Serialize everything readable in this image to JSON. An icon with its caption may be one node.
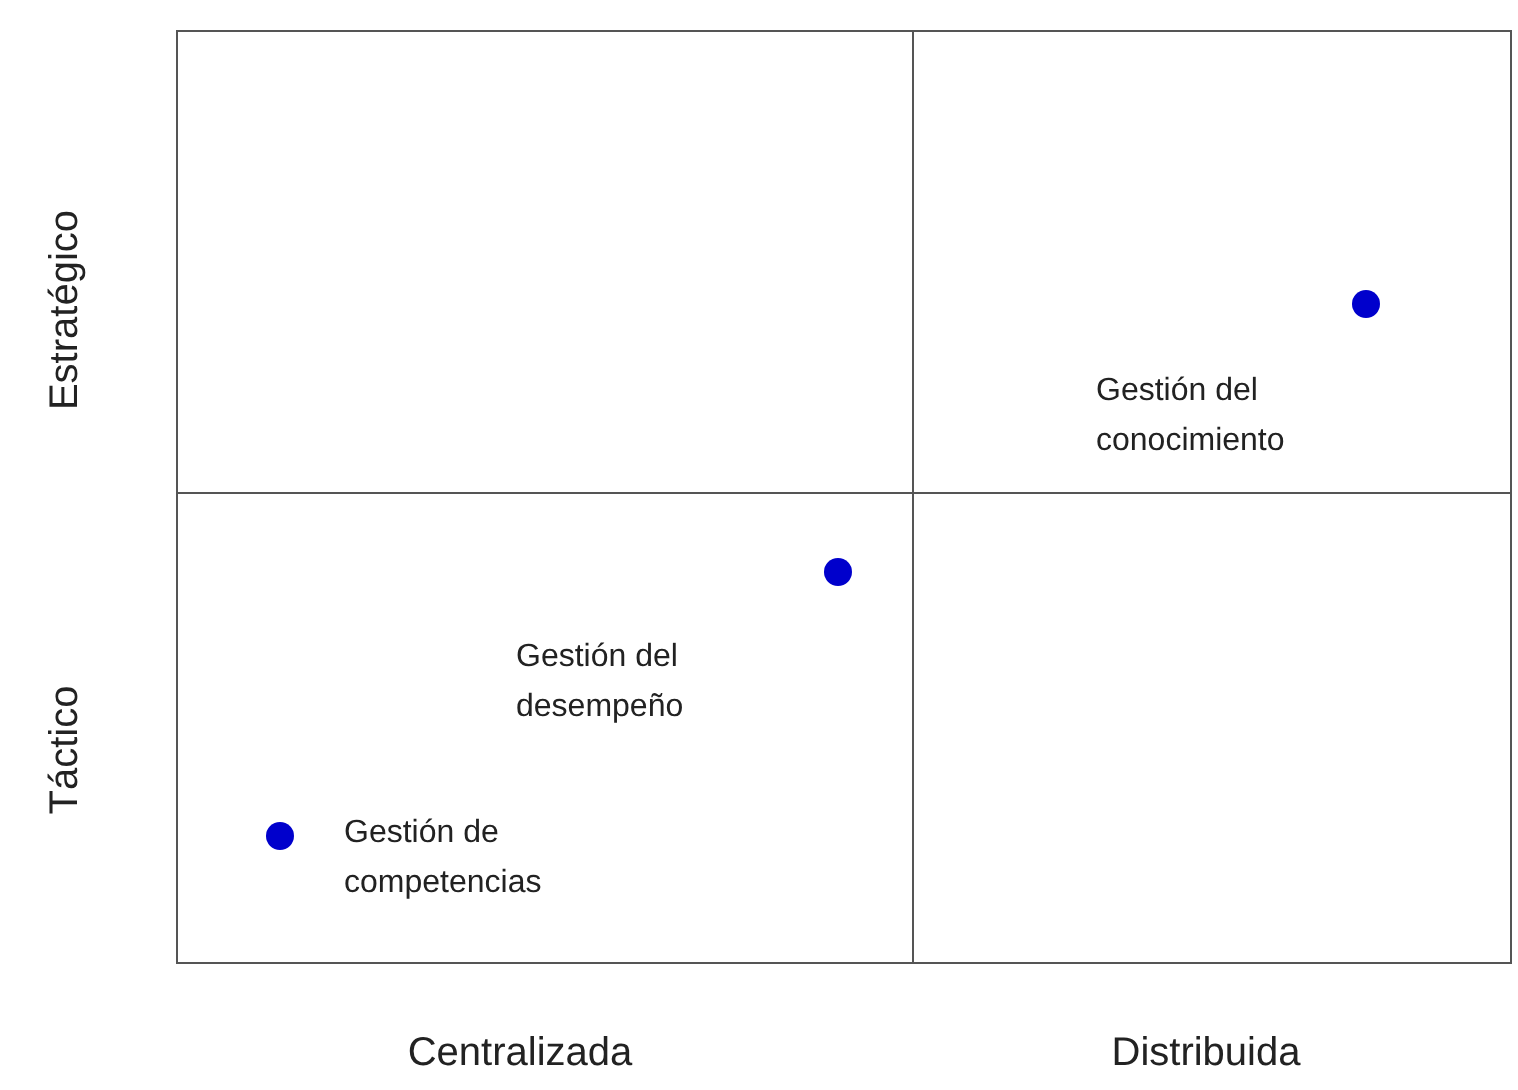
{
  "diagram": {
    "labels": [
      "Estratégico",
      "Gestión del conocimiento",
      "Gestión del desempeño",
      "Táctico",
      "Gestión de competencias",
      "Centralizada",
      "Distribuida"
    ]
  }
}
